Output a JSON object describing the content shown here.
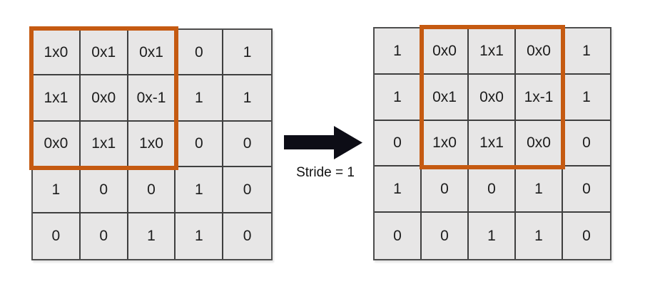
{
  "figure_title": "convolution-stride-diagram",
  "grids": [
    {
      "name": "input-grid-left",
      "rows": [
        [
          "1x0",
          "0x1",
          "0x1",
          "0",
          "1"
        ],
        [
          "1x1",
          "0x0",
          "0x-1",
          "1",
          "1"
        ],
        [
          "0x0",
          "1x1",
          "1x0",
          "0",
          "0"
        ],
        [
          "1",
          "0",
          "0",
          "1",
          "0"
        ],
        [
          "0",
          "0",
          "1",
          "1",
          "0"
        ]
      ],
      "highlight_region": {
        "row_start": 1,
        "col_start": 1,
        "row_span": 3,
        "col_span": 3
      }
    },
    {
      "name": "input-grid-right",
      "rows": [
        [
          "1",
          "0x0",
          "1x1",
          "0x0",
          "1"
        ],
        [
          "1",
          "0x1",
          "0x0",
          "1x-1",
          "1"
        ],
        [
          "0",
          "1x0",
          "1x1",
          "0x0",
          "0"
        ],
        [
          "1",
          "0",
          "0",
          "1",
          "0"
        ],
        [
          "0",
          "0",
          "1",
          "1",
          "0"
        ]
      ],
      "highlight_region": {
        "row_start": 1,
        "col_start": 2,
        "row_span": 3,
        "col_span": 3
      }
    }
  ],
  "arrow": {
    "icon": "right-arrow",
    "label": "Stride = 1"
  },
  "colors": {
    "cell_background": "#e7e6e6",
    "grid_line": "#3f3f3f",
    "grid_outer_border": "#4d4d4d",
    "highlight_border": "#c55a11",
    "arrow_fill": "#0d0d16",
    "text": "#1c1c1c",
    "page_background": "#ffffff"
  }
}
